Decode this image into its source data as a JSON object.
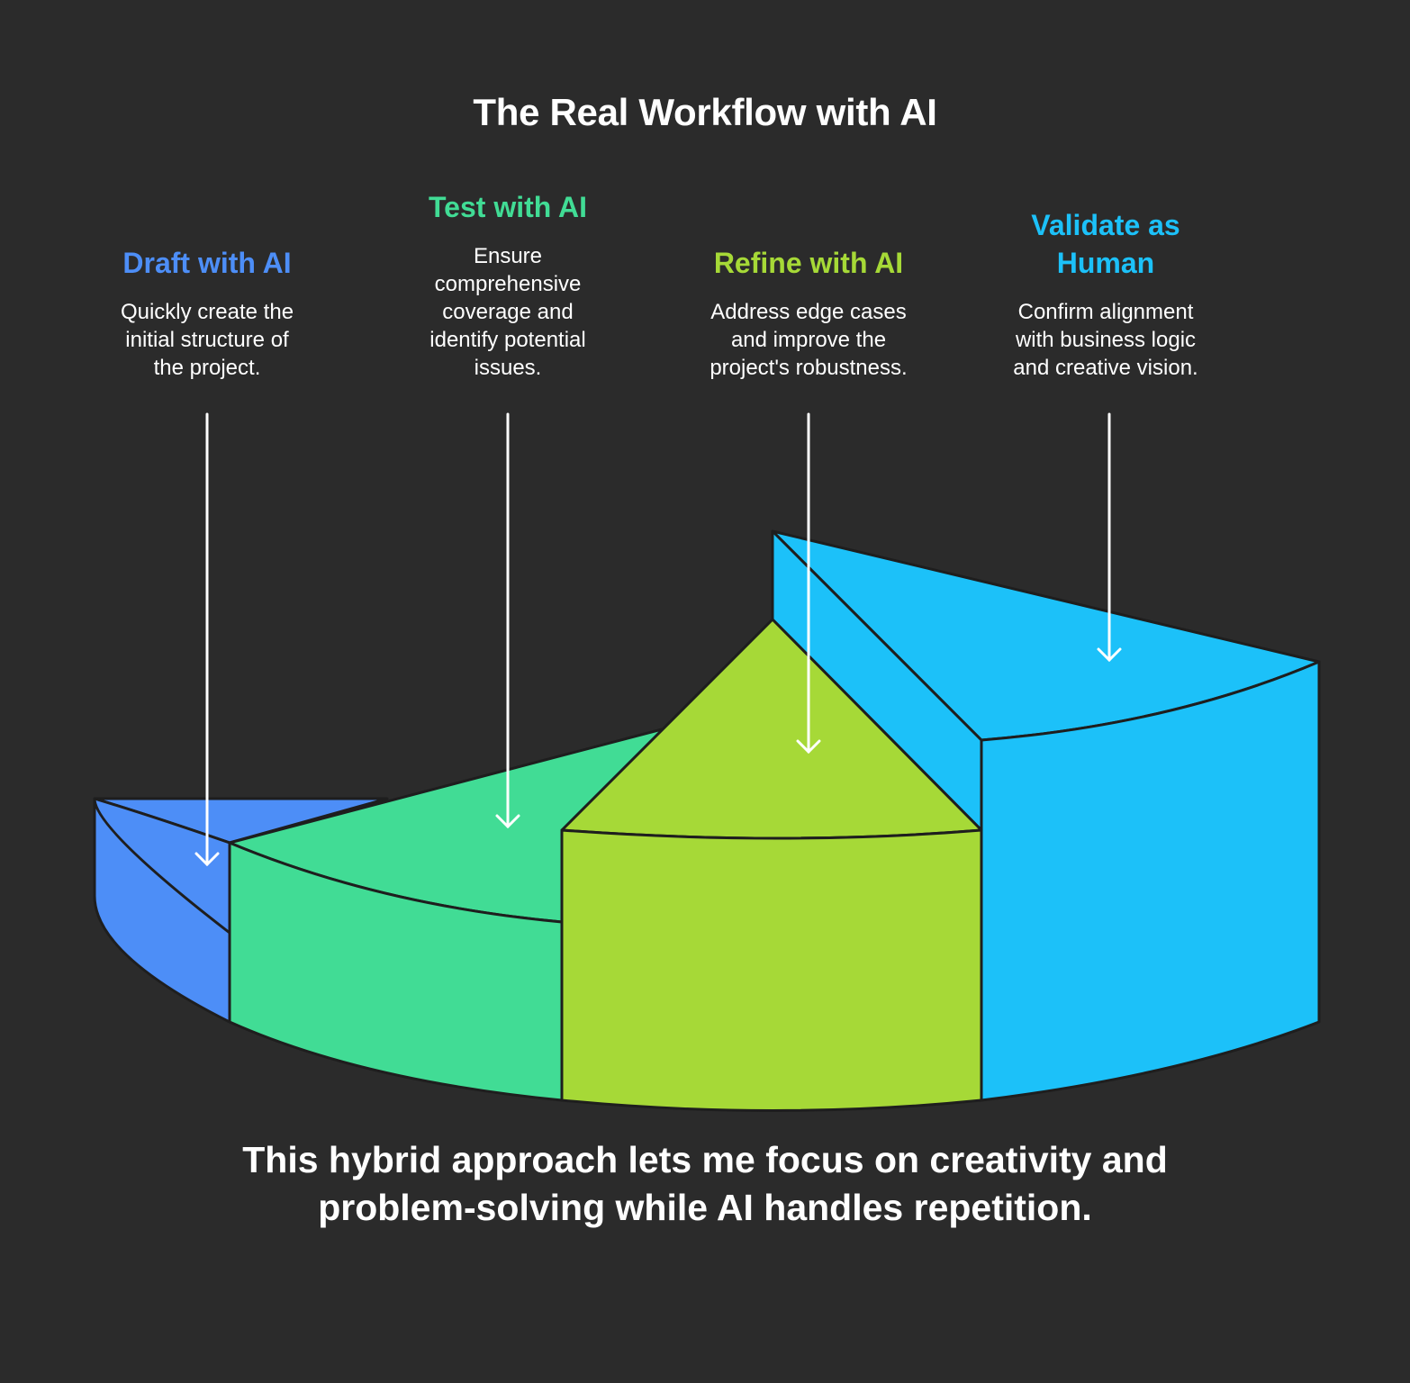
{
  "title": "The Real Workflow with AI",
  "steps": [
    {
      "title": "Draft with AI",
      "description": "Quickly create the initial structure of the project.",
      "color": "#4d8ef7"
    },
    {
      "title": "Test with AI",
      "description": "Ensure comprehensive coverage and identify potential issues.",
      "color": "#41dc95"
    },
    {
      "title": "Refine with AI",
      "description": "Address edge cases and improve the project's robustness.",
      "color": "#a6d937"
    },
    {
      "title": "Validate as Human",
      "description": "Confirm alignment with business logic and creative vision.",
      "color": "#1cc1f9"
    }
  ],
  "footer": "This hybrid approach lets me focus on creativity and problem-solving while AI handles repetition."
}
